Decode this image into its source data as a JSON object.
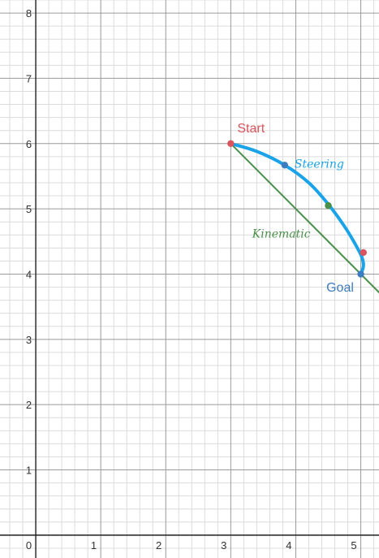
{
  "chart_data": {
    "type": "scatter",
    "title": "",
    "xlabel": "",
    "ylabel": "",
    "xlim": [
      -0.55,
      5.28
    ],
    "ylim": [
      -0.35,
      8.2
    ],
    "grid": true,
    "x_ticks": [
      "0",
      "1",
      "2",
      "3",
      "4",
      "5"
    ],
    "y_ticks": [
      "1",
      "2",
      "3",
      "4",
      "5",
      "6",
      "7",
      "8"
    ],
    "colors": {
      "steering": "#1aa3e8",
      "kinematic": "#4a8f4a",
      "start": "#d9545c",
      "goal": "#3c7cc0",
      "point_green": "#4a8f4a",
      "point_blue": "#3c7cc0",
      "point_red": "#d9545c"
    },
    "series": [
      {
        "name": "Kinematic",
        "style": "line",
        "x": [
          3,
          5.3
        ],
        "y": [
          6,
          3.7
        ]
      },
      {
        "name": "Steering",
        "style": "curve",
        "x": [
          3.0,
          3.4,
          3.83,
          4.2,
          4.5,
          4.75,
          4.92,
          5.02,
          5.04,
          5.0
        ],
        "y": [
          6.0,
          5.88,
          5.67,
          5.4,
          5.07,
          4.73,
          4.45,
          4.25,
          4.12,
          4.0
        ]
      }
    ],
    "points": [
      {
        "x": 3.0,
        "y": 6.0,
        "color": "start"
      },
      {
        "x": 3.83,
        "y": 5.67,
        "color": "point_blue"
      },
      {
        "x": 4.5,
        "y": 5.05,
        "color": "point_green"
      },
      {
        "x": 5.04,
        "y": 4.33,
        "color": "point_red"
      },
      {
        "x": 5.0,
        "y": 4.0,
        "color": "goal"
      }
    ],
    "annotations": [
      {
        "text": "Start",
        "x": 3.1,
        "y": 6.17,
        "color": "start",
        "style": "plain"
      },
      {
        "text": "Steering",
        "x": 3.98,
        "y": 5.63,
        "color": "steering",
        "style": "hand"
      },
      {
        "text": "Kinematic",
        "x": 3.33,
        "y": 4.56,
        "color": "kinematic",
        "style": "hand"
      },
      {
        "text": "Goal",
        "x": 4.47,
        "y": 3.73,
        "color": "goal",
        "style": "plain"
      }
    ]
  }
}
